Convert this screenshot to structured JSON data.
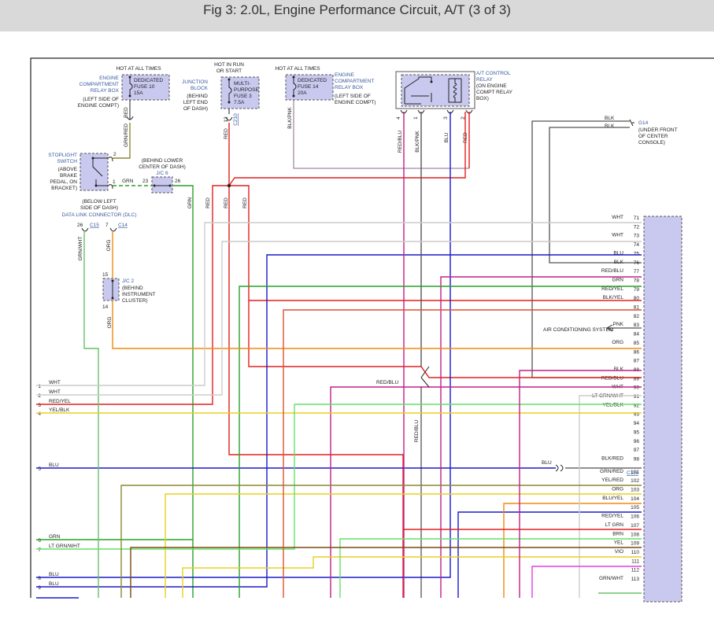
{
  "title": "Fig 3: 2.0L, Engine Performance Circuit, A/T (3 of 3)",
  "colors": {
    "red": "#e02020",
    "blue": "#1a1acc",
    "green": "#2aa02a",
    "lightgreen": "#66e066",
    "yellow": "#e8d020",
    "orange": "#f08a10",
    "magenta": "#c0208a",
    "brown": "#7a4a10",
    "olive": "#8a8a30",
    "gray": "#9a9a9a",
    "darkgray": "#6a6a6a",
    "black": "#222222",
    "label_blue": "#3a5aa0",
    "component_fill": "#c9c9f0"
  },
  "components": {
    "fuse10": {
      "hot": "HOT AT ALL TIMES",
      "loc": [
        "ENGINE",
        "COMPARTMENT",
        "RELAY BOX"
      ],
      "name": [
        "DEDICATED",
        "FUSE 10",
        "15A"
      ],
      "note": [
        "(LEFT SIDE OF",
        "ENGINE COMPT)"
      ]
    },
    "fuse3": {
      "hot": [
        "HOT IN RUN",
        "OR START"
      ],
      "loc": [
        "JUNCTION",
        "BLOCK"
      ],
      "name": [
        "MULTI-",
        "PURPOSE",
        "FUSE 3",
        "7.5A"
      ],
      "note": [
        "(BEHIND",
        "LEFT END",
        "OF DASH)"
      ]
    },
    "fuse14": {
      "hot": "HOT AT ALL TIMES",
      "loc": [
        "ENGINE",
        "COMPARTMENT",
        "RELAY BOX"
      ],
      "name": [
        "DEDICATED",
        "FUSE 14",
        "20A"
      ],
      "note": [
        "(LEFT SIDE OF",
        "ENGINE COMPT)"
      ]
    },
    "relay": {
      "loc": [
        "A/T CONTROL",
        "RELAY"
      ],
      "note": [
        "(ON ENGINE",
        "COMPT RELAY",
        "BOX)"
      ]
    },
    "stoplight": {
      "loc": [
        "STOPLIGHT",
        "SWITCH"
      ],
      "note": [
        "(ABOVE",
        "BRAKE",
        "PEDAL, ON",
        "BRACKET)"
      ]
    },
    "jc6": {
      "note": [
        "(BEHIND LOWER",
        "CENTER OF DASH)"
      ],
      "name": "J/C 6"
    },
    "dlc": {
      "note": [
        "(BELOW LEFT",
        "SIDE OF DASH)"
      ],
      "name": "DATA LINK CONNECTOR (DLC)"
    },
    "jc2": {
      "name": "J/C 2",
      "note": [
        "(BEHIND",
        "INSTRUMENT",
        "CLUSTER)"
      ]
    },
    "g14": {
      "name": "G14",
      "note": [
        "(UNDER FRONT",
        "OF CENTER",
        "CONSOLE)"
      ]
    },
    "ac": "AIR CONDITIONING SYSTEM"
  },
  "wire_labels": {
    "f10_red": "RED",
    "f10_grnred": "GRN/RED",
    "f3_red": "RED",
    "f14_blkpnk": "BLK/PNK",
    "relay_redblu": "RED/BLU",
    "relay_blkpnk": "BLK/PNK",
    "relay_blu": "BLU",
    "relay_red": "RED",
    "sw_grn": "GRN",
    "jc6_grn": "GRN",
    "red1": "RED",
    "red2": "RED",
    "red3": "RED",
    "grnwht": "GRN/WHT",
    "org1": "ORG",
    "org2": "ORG",
    "redblu_vert": "RED/BLU",
    "redblu_mid": "RED/BLU",
    "g14_blk1": "BLK",
    "g14_blk2": "BLK",
    "blu98": "BLU"
  },
  "pins": {
    "fuse3_12": "12",
    "c210": "C210",
    "sw2": "2",
    "sw1": "1",
    "jc6_23": "23",
    "jc6_26": "26",
    "dlc26": "26",
    "c15": "C15",
    "dlc7": "7",
    "c14": "C14",
    "jc2_15": "15",
    "jc2_14": "14",
    "relay4": "4",
    "relay1": "1",
    "relay3": "3",
    "relay2": "2",
    "c116": "C116"
  },
  "right_pins": [
    {
      "n": "71",
      "w": "WHT"
    },
    {
      "n": "72",
      "w": ""
    },
    {
      "n": "73",
      "w": "WHT"
    },
    {
      "n": "74",
      "w": ""
    },
    {
      "n": "75",
      "w": "BLU"
    },
    {
      "n": "76",
      "w": "BLK"
    },
    {
      "n": "77",
      "w": "RED/BLU"
    },
    {
      "n": "78",
      "w": "GRN"
    },
    {
      "n": "79",
      "w": "RED/YEL"
    },
    {
      "n": "80",
      "w": "BLK/YEL"
    },
    {
      "n": "81",
      "w": ""
    },
    {
      "n": "82",
      "w": ""
    },
    {
      "n": "83",
      "w": "PNK"
    },
    {
      "n": "84",
      "w": ""
    },
    {
      "n": "85",
      "w": "ORG"
    },
    {
      "n": "86",
      "w": ""
    },
    {
      "n": "87",
      "w": ""
    },
    {
      "n": "88",
      "w": "BLK"
    },
    {
      "n": "89",
      "w": "RED/BLU"
    },
    {
      "n": "90",
      "w": "WHT"
    },
    {
      "n": "91",
      "w": "LT GRN/WHT"
    },
    {
      "n": "92",
      "w": "YEL/BLK"
    },
    {
      "n": "93",
      "w": ""
    },
    {
      "n": "94",
      "w": ""
    },
    {
      "n": "95",
      "w": ""
    },
    {
      "n": "96",
      "w": ""
    },
    {
      "n": "97",
      "w": ""
    },
    {
      "n": "98",
      "w": "BLK/RED"
    },
    {
      "n": "101",
      "w": "GRN/RED"
    },
    {
      "n": "102",
      "w": "YEL/RED"
    },
    {
      "n": "103",
      "w": "ORG"
    },
    {
      "n": "104",
      "w": "BLU/YEL"
    },
    {
      "n": "105",
      "w": ""
    },
    {
      "n": "106",
      "w": "RED/YEL"
    },
    {
      "n": "107",
      "w": "LT GRN"
    },
    {
      "n": "108",
      "w": "BRN"
    },
    {
      "n": "109",
      "w": "YEL"
    },
    {
      "n": "110",
      "w": "VIO"
    },
    {
      "n": "111",
      "w": ""
    },
    {
      "n": "112",
      "w": ""
    },
    {
      "n": "113",
      "w": "GRN/WHT"
    }
  ],
  "left_pins": [
    {
      "n": "1",
      "w": "WHT"
    },
    {
      "n": "2",
      "w": "WHT"
    },
    {
      "n": "3",
      "w": "RED/YEL"
    },
    {
      "n": "4",
      "w": "YEL/BLK"
    },
    {
      "n": "5",
      "w": "BLU"
    },
    {
      "n": "6",
      "w": "GRN"
    },
    {
      "n": "7",
      "w": "LT GRN/WHT"
    },
    {
      "n": "8",
      "w": "BLU"
    },
    {
      "n": "9",
      "w": "BLU"
    }
  ]
}
